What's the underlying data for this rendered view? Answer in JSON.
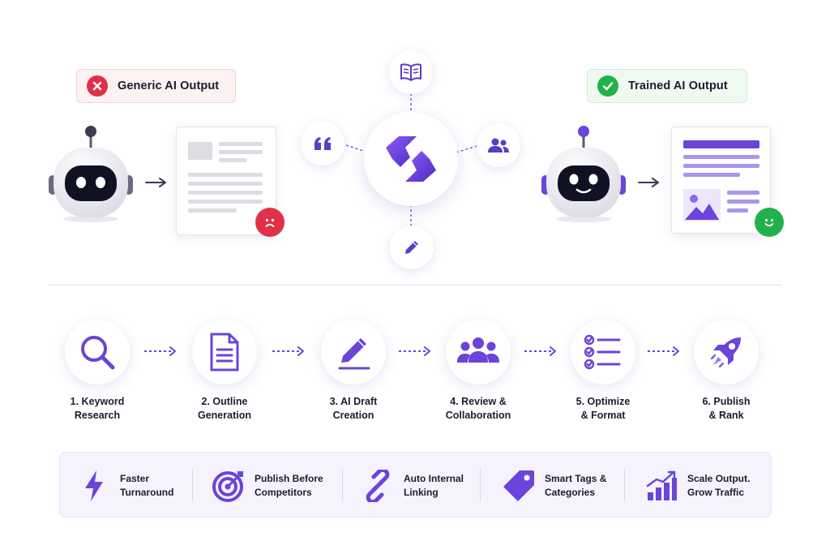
{
  "comparison": {
    "generic_label": "Generic AI Output",
    "trained_label": "Trained AI Output"
  },
  "steps": [
    {
      "line1": "1. Keyword",
      "line2": "Research",
      "icon": "search-icon"
    },
    {
      "line1": "2. Outline",
      "line2": "Generation",
      "icon": "document-icon"
    },
    {
      "line1": "3. AI Draft",
      "line2": "Creation",
      "icon": "pencil-icon"
    },
    {
      "line1": "4. Review &",
      "line2": "Collaboration",
      "icon": "team-icon"
    },
    {
      "line1": "5. Optimize",
      "line2": "& Format",
      "icon": "checklist-icon"
    },
    {
      "line1": "6. Publish",
      "line2": "& Rank",
      "icon": "rocket-icon"
    }
  ],
  "benefits": [
    {
      "line1": "Faster",
      "line2": "Turnaround",
      "icon": "lightning-icon"
    },
    {
      "line1": "Publish Before",
      "line2": "Competitors",
      "icon": "target-icon"
    },
    {
      "line1": "Auto Internal",
      "line2": "Linking",
      "icon": "link-icon"
    },
    {
      "line1": "Smart Tags &",
      "line2": "Categories",
      "icon": "tag-icon"
    },
    {
      "line1": "Scale Output.",
      "line2": "Grow Traffic",
      "icon": "growth-chart-icon"
    }
  ],
  "colors": {
    "accent": "#6b44d9",
    "bad": "#e03148",
    "good": "#22b24c"
  }
}
